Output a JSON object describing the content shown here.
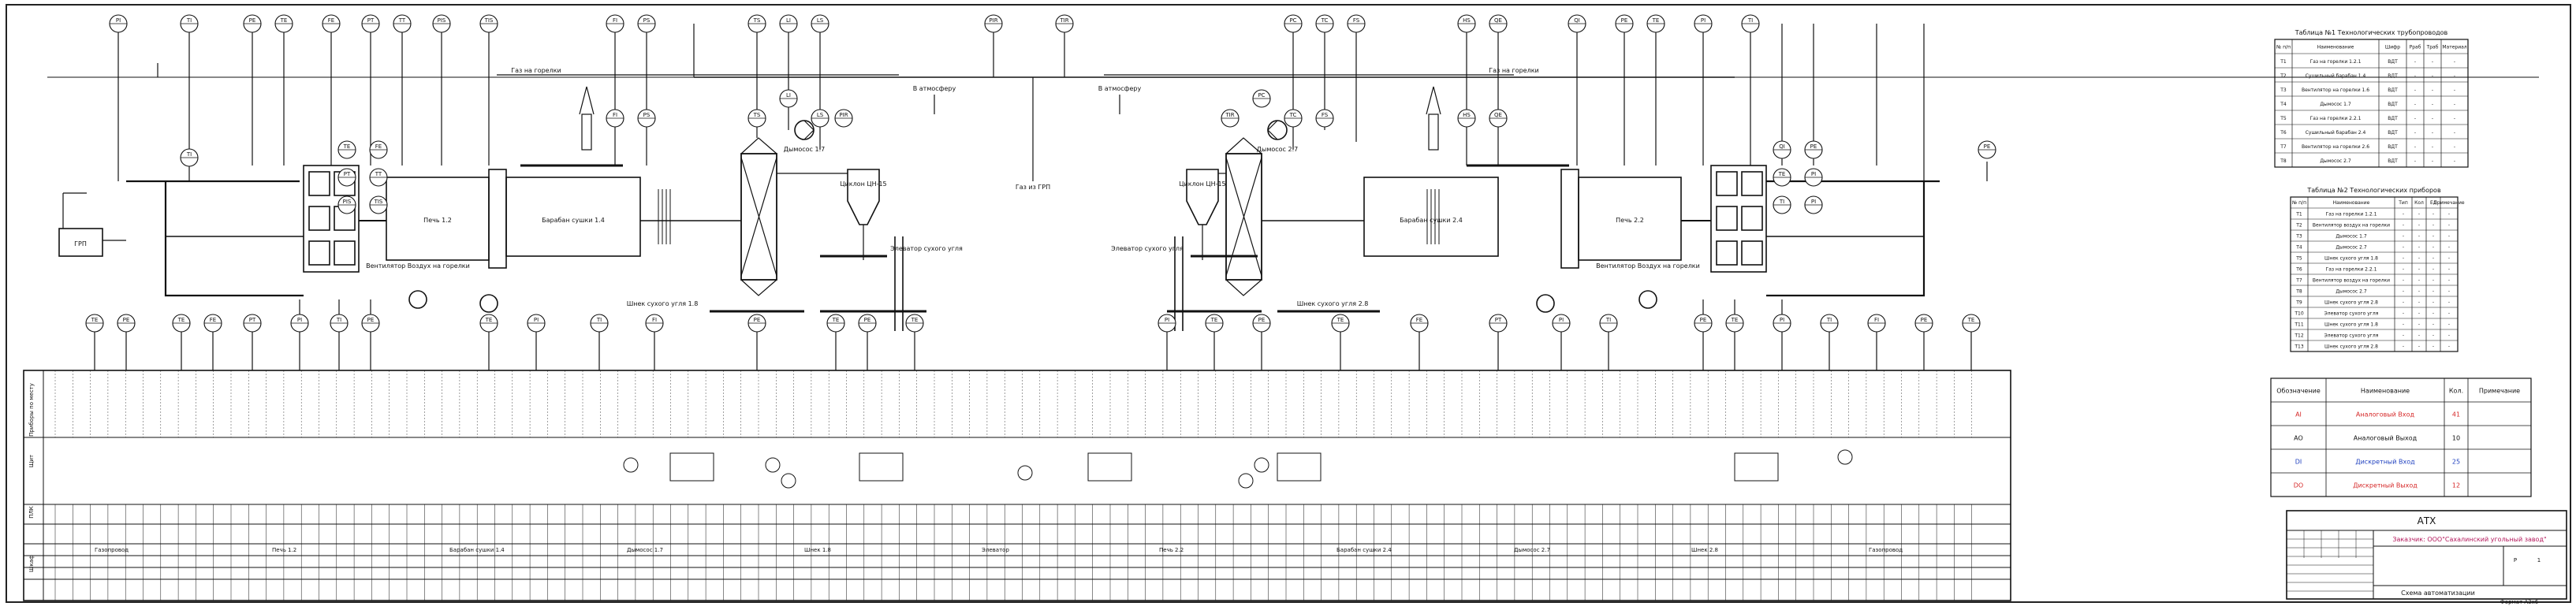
{
  "diagram": {
    "process_labels": {
      "gas_to_kiln_left": "Газ на горелки",
      "gas_to_kiln_right": "Газ на горелки",
      "to_atmosphere_1": "В атмосферу",
      "to_atmosphere_2": "В атмосферу",
      "gas_to_ceh": "Газ из ГРП",
      "fan_left": "Вентилятор Воздух на горелки",
      "fan_right": "Вентилятор Воздух на горелки",
      "kiln_left": "Печь 1.2",
      "kiln_right": "Печь 2.2",
      "drum_left": "Барабан сушки 1.4",
      "drum_right": "Барабан сушки 2.4",
      "cyclone_left": "Циклон ЦН-15",
      "cyclone_right": "Циклон ЦН-15",
      "grp": "ГРП",
      "exhaust_left": "Дымосос 1.7",
      "exhaust_right": "Дымосос 2.7",
      "screw_left": "Шнек сухого угля 1.8",
      "screw_right": "Шнек сухого угля 2.8",
      "elevator_left": "Элеватор сухого угля",
      "elevator_right": "Элеватор сухого угля"
    },
    "top_tags": [
      "PI",
      "TI",
      "PE",
      "TE",
      "FE",
      "PT",
      "TT",
      "PIS",
      "TIS",
      "FI",
      "PS",
      "TS",
      "LI",
      "LS",
      "PIR",
      "TIR",
      "PC",
      "TC",
      "FS",
      "HS",
      "QE",
      "QI",
      "PE",
      "TE",
      "PI",
      "TI"
    ],
    "bottom_tags": [
      "TE",
      "PE",
      "TE",
      "FE",
      "PT",
      "PI",
      "TI",
      "PE",
      "TE",
      "PI",
      "TI",
      "FI",
      "PE",
      "TE",
      "PE",
      "TE",
      "PI"
    ],
    "table1": {
      "title": "Таблица №1 Технологических трубопроводов",
      "headers": [
        "№ п/п",
        "Наименование",
        "Шифр",
        "Рраб",
        "Траб",
        "Материал"
      ],
      "rows": [
        [
          "Т1",
          "Газ на горелки 1.2.1",
          "ВДТ",
          "-",
          "-",
          "-"
        ],
        [
          "Т2",
          "Сушильный барабан 1.4",
          "ВДТ",
          "-",
          "-",
          "-"
        ],
        [
          "Т3",
          "Вентилятор на горелки 1.6",
          "ВДТ",
          "-",
          "-",
          "-"
        ],
        [
          "Т4",
          "Дымосос 1.7",
          "ВДТ",
          "-",
          "-",
          "-"
        ],
        [
          "Т5",
          "Газ на горелки 2.2.1",
          "ВДТ",
          "-",
          "-",
          "-"
        ],
        [
          "Т6",
          "Сушильный барабан 2.4",
          "ВДТ",
          "-",
          "-",
          "-"
        ],
        [
          "Т7",
          "Вентилятор на горелки 2.6",
          "ВДТ",
          "-",
          "-",
          "-"
        ],
        [
          "Т8",
          "Дымосос 2.7",
          "ВДТ",
          "-",
          "-",
          "-"
        ]
      ]
    },
    "table2": {
      "title": "Таблица №2 Технологических приборов",
      "headers": [
        "№ п/п",
        "Наименование",
        "Тип",
        "Кол",
        "Ед",
        "Примечание"
      ],
      "rows": [
        [
          "Т1",
          "Газ на горелки 1.2.1",
          "-",
          "-",
          "-",
          "-"
        ],
        [
          "Т2",
          "Вентилятор воздух на горелки",
          "-",
          "-",
          "-",
          "-"
        ],
        [
          "Т3",
          "Дымосос 1.7",
          "-",
          "-",
          "-",
          "-"
        ],
        [
          "Т4",
          "Дымосос 2.7",
          "-",
          "-",
          "-",
          "-"
        ],
        [
          "Т5",
          "Шнек сухого угля 1.8",
          "-",
          "-",
          "-",
          "-"
        ],
        [
          "Т6",
          "Газ на горелки 2.2.1",
          "-",
          "-",
          "-",
          "-"
        ],
        [
          "Т7",
          "Вентилятор воздух на горелки",
          "-",
          "-",
          "-",
          "-"
        ],
        [
          "Т8",
          "Дымосос 2.7",
          "-",
          "-",
          "-",
          "-"
        ],
        [
          "Т9",
          "Шнек сухого угля 2.8",
          "-",
          "-",
          "-",
          "-"
        ],
        [
          "Т10",
          "Элеватор сухого угля",
          "-",
          "-",
          "-",
          "-"
        ],
        [
          "Т11",
          "Шнек сухого угля 1.8",
          "-",
          "-",
          "-",
          "-"
        ],
        [
          "Т12",
          "Элеватор сухого угля",
          "-",
          "-",
          "-",
          "-"
        ],
        [
          "Т13",
          "Шнек сухого угля 2.8",
          "-",
          "-",
          "-",
          "-"
        ]
      ]
    },
    "legend": {
      "headers": [
        "Обозначение",
        "Наименование",
        "Кол.",
        "Примечание"
      ],
      "rows": [
        {
          "sym": "AI",
          "name": "Аналоговый Вход",
          "qty": "41",
          "note": "",
          "color": "#d62828"
        },
        {
          "sym": "AO",
          "name": "Аналоговый Выход",
          "qty": "10",
          "note": "",
          "color": "#111111"
        },
        {
          "sym": "DI",
          "name": "Дискретный Вход",
          "qty": "25",
          "note": "",
          "color": "#1e3fbf"
        },
        {
          "sym": "DO",
          "name": "Дискретный Выход",
          "qty": "12",
          "note": "",
          "color": "#d62828"
        }
      ]
    },
    "stamp": {
      "code": "АТХ",
      "title": "Заказчик: ООО\"Сахалинский угольный завод\"",
      "sheet_name": "Схема автоматизации",
      "format": "Формат А3х6",
      "stage": "Р",
      "sheet": "1"
    },
    "left_strip_labels": [
      "Приборы по месту",
      "Щит",
      "ПЛК",
      "Шкаф"
    ],
    "bottom_sections": [
      "Газопровод",
      "Печь 1.2",
      "Барабан сушки 1.4",
      "Дымосос 1.7",
      "Шнек 1.8",
      "Элеватор",
      "Печь 2.2",
      "Барабан сушки 2.4",
      "Дымосос 2.7",
      "Шнек 2.8",
      "Газопровод"
    ]
  }
}
